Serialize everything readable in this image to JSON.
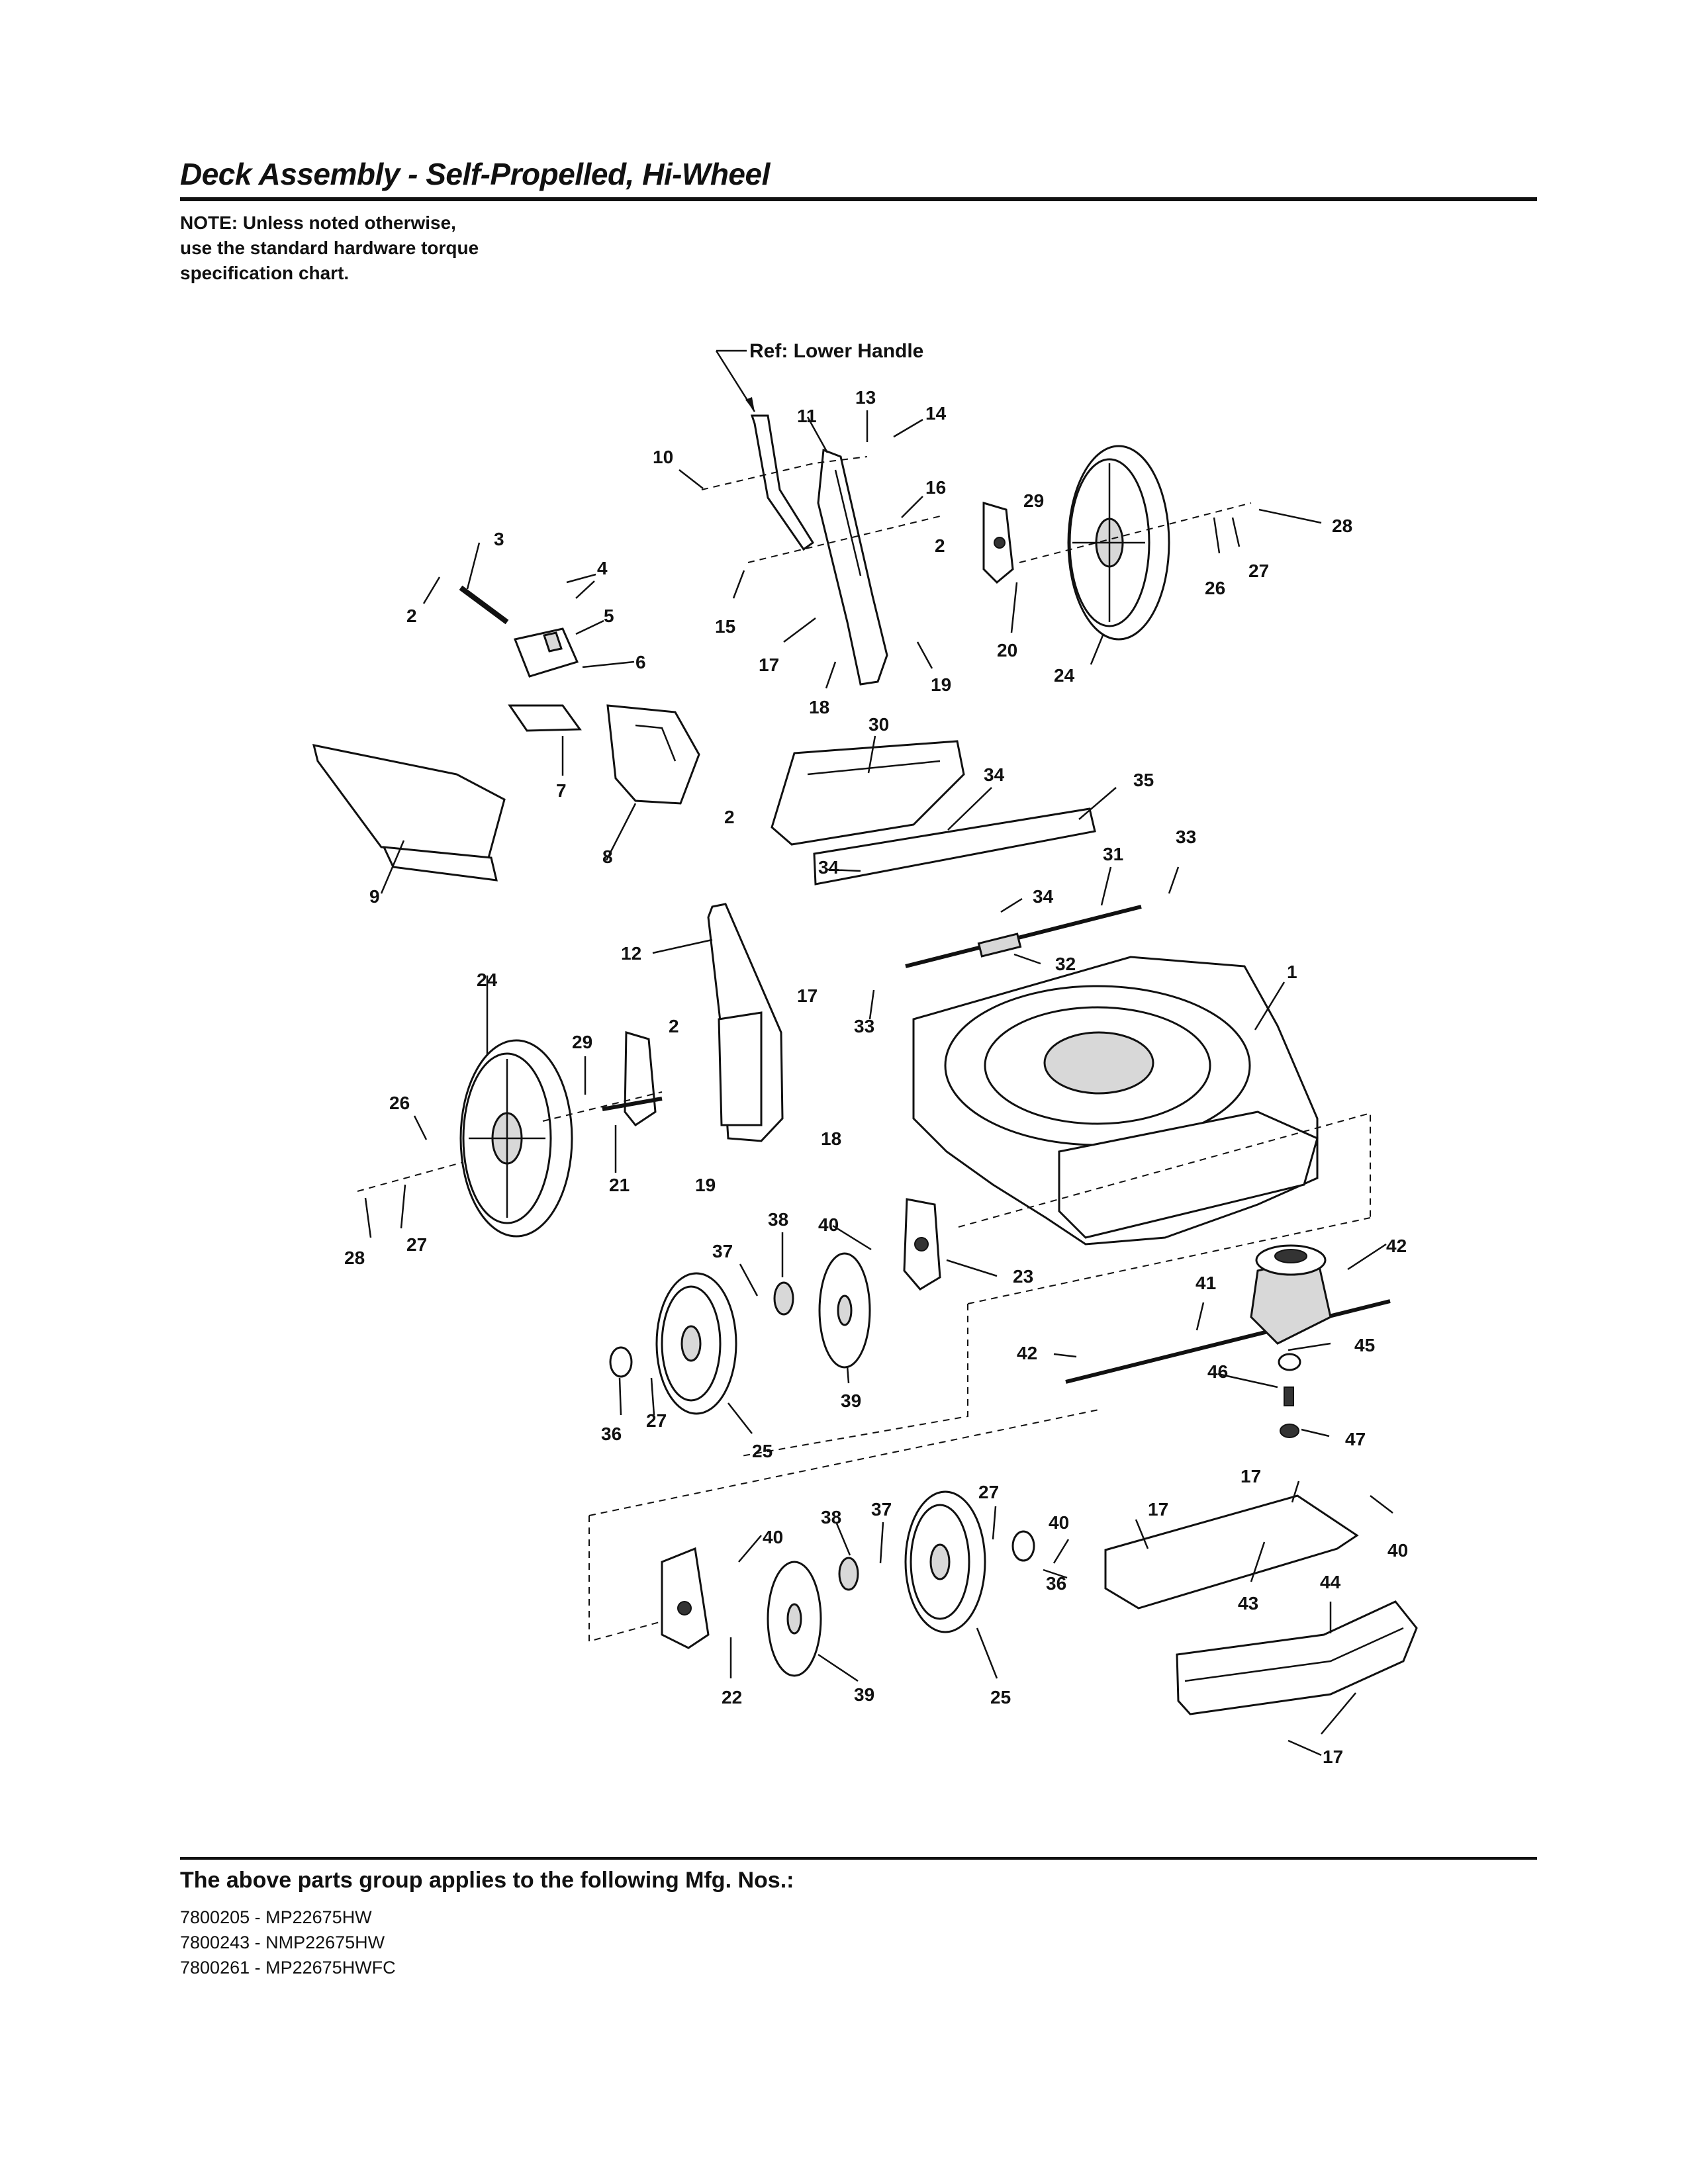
{
  "title": "Deck Assembly - Self-Propelled, Hi-Wheel",
  "note": {
    "line1": "NOTE: Unless noted otherwise,",
    "line2": "use the standard hardware torque",
    "line3": "specification chart."
  },
  "reference": "Ref: Lower Handle",
  "footer": {
    "heading": "The above parts group applies to the following Mfg. Nos.:",
    "mfg_numbers": [
      "7800205 - MP22675HW",
      "7800243 - NMP22675HW",
      "7800261 - MP22675HWFC"
    ]
  },
  "callouts": [
    "1",
    "2",
    "3",
    "4",
    "5",
    "6",
    "7",
    "8",
    "9",
    "10",
    "11",
    "12",
    "13",
    "14",
    "15",
    "16",
    "17",
    "18",
    "19",
    "20",
    "21",
    "22",
    "23",
    "24",
    "25",
    "26",
    "27",
    "28",
    "29",
    "30",
    "31",
    "32",
    "33",
    "34",
    "35",
    "36",
    "37",
    "38",
    "39",
    "40",
    "41",
    "42",
    "43",
    "44",
    "45",
    "46",
    "47"
  ]
}
